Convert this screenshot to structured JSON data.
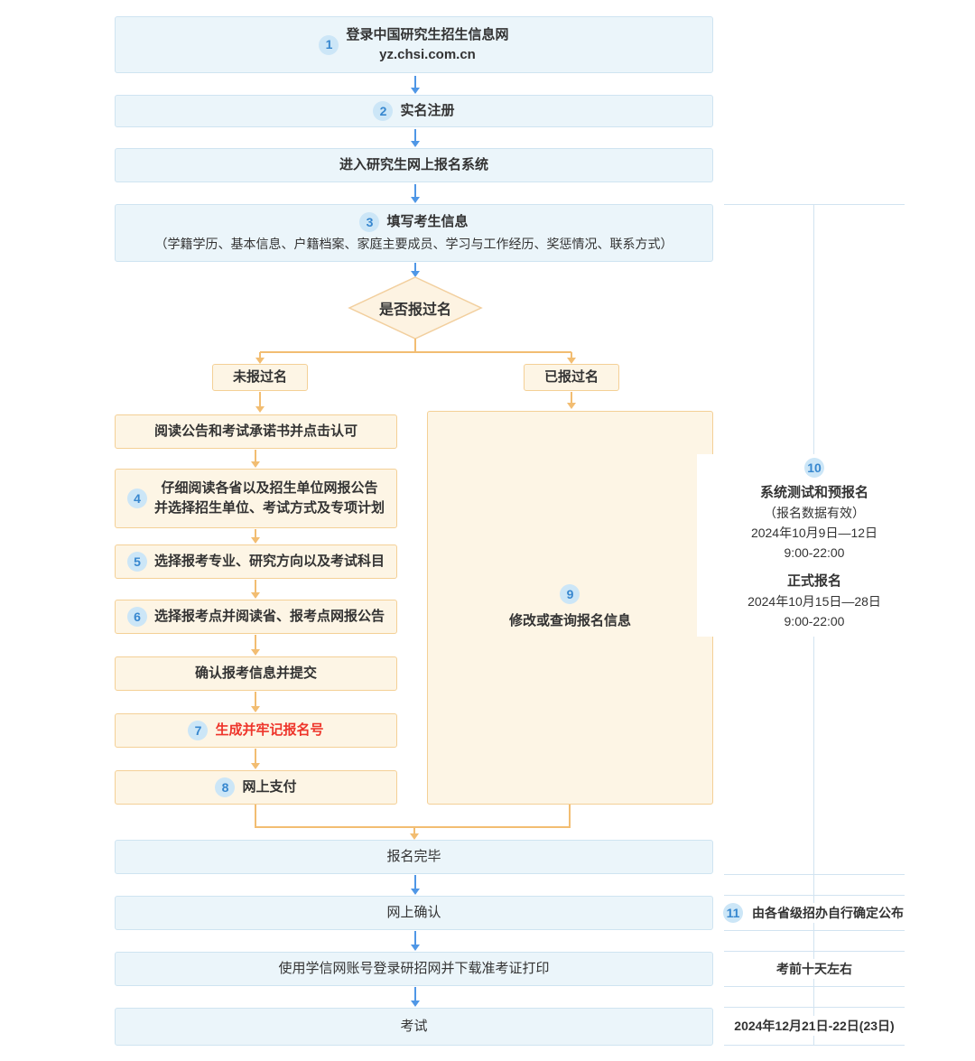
{
  "colors": {
    "blue_box_fill": "#ebf5fa",
    "blue_box_border": "#cfe4f1",
    "orange_box_fill": "#fdf5e5",
    "orange_box_border": "#f4d096",
    "badge_bg": "#cce6f7",
    "badge_text": "#3787cf",
    "arrow_blue": "#4f97e6",
    "arrow_orange": "#f2bd72",
    "timeline_line": "#d2e3f1",
    "highlight_red": "#ee352b",
    "text": "#333333"
  },
  "flow": {
    "step1": {
      "badge": "1",
      "title": "登录中国研究生招生信息网",
      "subtitle": "yz.chsi.com.cn"
    },
    "step2": {
      "badge": "2",
      "label": "实名注册"
    },
    "step3": {
      "label": "进入研究生网上报名系统"
    },
    "step4": {
      "badge": "3",
      "label": "填写考生信息",
      "detail": "（学籍学历、基本信息、户籍档案、家庭主要成员、学习与工作经历、奖惩情况、联系方式）"
    },
    "decision": {
      "label": "是否报过名"
    },
    "branches": {
      "no": "未报过名",
      "yes": "已报过名"
    },
    "left_steps": [
      {
        "label": "阅读公告和考试承诺书并点击认可"
      },
      {
        "badge": "4",
        "line1": "仔细阅读各省以及招生单位网报公告",
        "line2": "并选择招生单位、考试方式及专项计划"
      },
      {
        "badge": "5",
        "label": "选择报考专业、研究方向以及考试科目"
      },
      {
        "badge": "6",
        "label": "选择报考点并阅读省、报考点网报公告"
      },
      {
        "label": "确认报考信息并提交"
      },
      {
        "badge": "7",
        "label": "生成并牢记报名号"
      },
      {
        "badge": "8",
        "label": "网上支付"
      }
    ],
    "query_box": {
      "badge": "9",
      "label": "修改或查询报名信息"
    },
    "bottom_steps": [
      {
        "label": "报名完毕"
      },
      {
        "label": "网上确认"
      },
      {
        "label": "使用学信网账号登录研招网并下载准考证打印"
      },
      {
        "label": "考试"
      }
    ]
  },
  "timeline": {
    "registration": {
      "badge": "10",
      "phase1_title": "系统测试和预报名",
      "phase1_note": "（报名数据有效）",
      "phase1_date": "2024年10月9日—12日",
      "phase1_time": "9:00-22:00",
      "phase2_title": "正式报名",
      "phase2_date": "2024年10月15日—28日",
      "phase2_time": "9:00-22:00"
    },
    "confirm_note": {
      "badge": "11",
      "label": "由各省级招办自行确定公布"
    },
    "admission_note": {
      "label": "考前十天左右"
    },
    "exam_date": {
      "label": "2024年12月21日-22日(23日)"
    }
  }
}
